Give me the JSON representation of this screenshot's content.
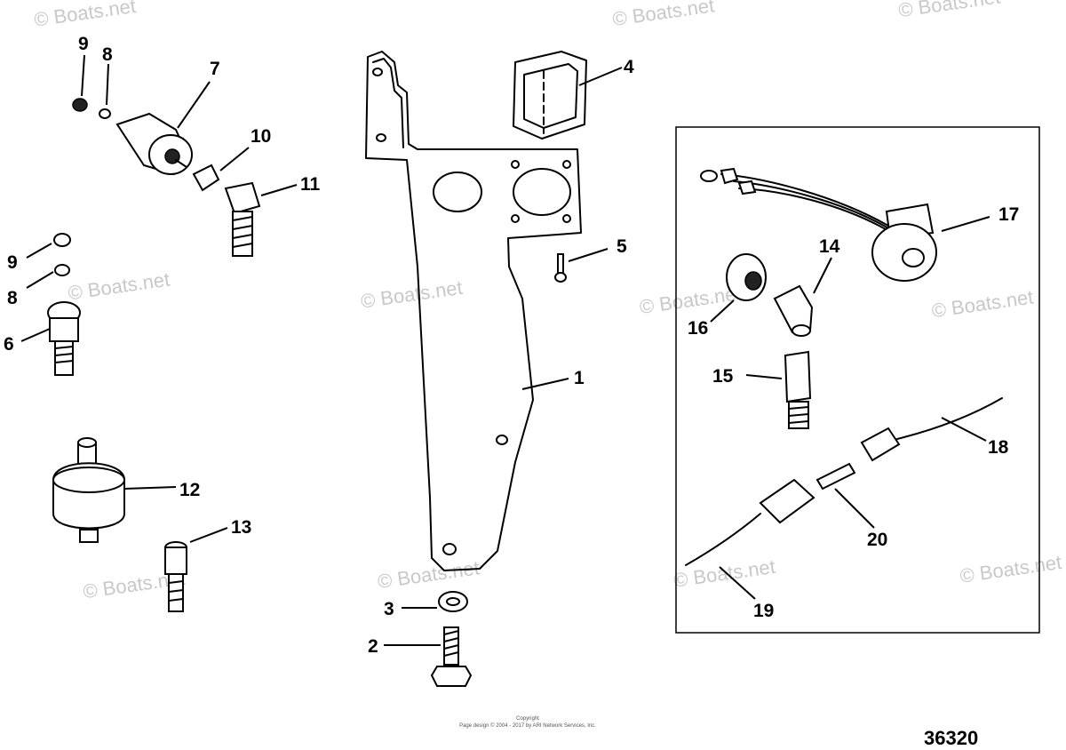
{
  "diagram": {
    "figure_number": "36320",
    "copyright_line1": "Copyright",
    "copyright_line2": "Page design © 2004 - 2017 by ARI Network Services, Inc.",
    "watermark": "© Boats.net",
    "callouts": {
      "c1": "1",
      "c2": "2",
      "c3": "3",
      "c4": "4",
      "c5": "5",
      "c6": "6",
      "c7": "7",
      "c8a": "8",
      "c8b": "8",
      "c9a": "9",
      "c9b": "9",
      "c10": "10",
      "c11": "11",
      "c12": "12",
      "c13": "13",
      "c14": "14",
      "c15": "15",
      "c16": "16",
      "c17": "17",
      "c18": "18",
      "c19": "19",
      "c20": "20"
    }
  }
}
